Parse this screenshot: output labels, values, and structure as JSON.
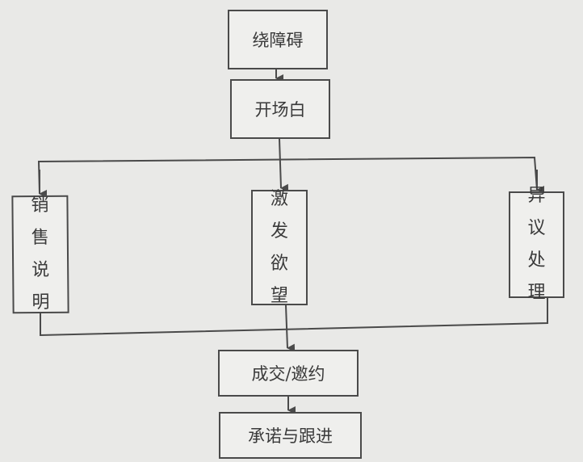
{
  "nodes": {
    "bypass": "绕障碍",
    "opening": "开场白",
    "sales_pitch": [
      "销",
      "售",
      "说",
      "明"
    ],
    "stimulate_desire": [
      "激",
      "发",
      "欲",
      "望"
    ],
    "objection_handling": [
      "异",
      "议",
      "处",
      "理"
    ],
    "close": "成交/邀约",
    "follow_up": "承诺与跟进"
  },
  "colors": {
    "line": "#4a4a4a",
    "background": "#e9e9e7"
  }
}
